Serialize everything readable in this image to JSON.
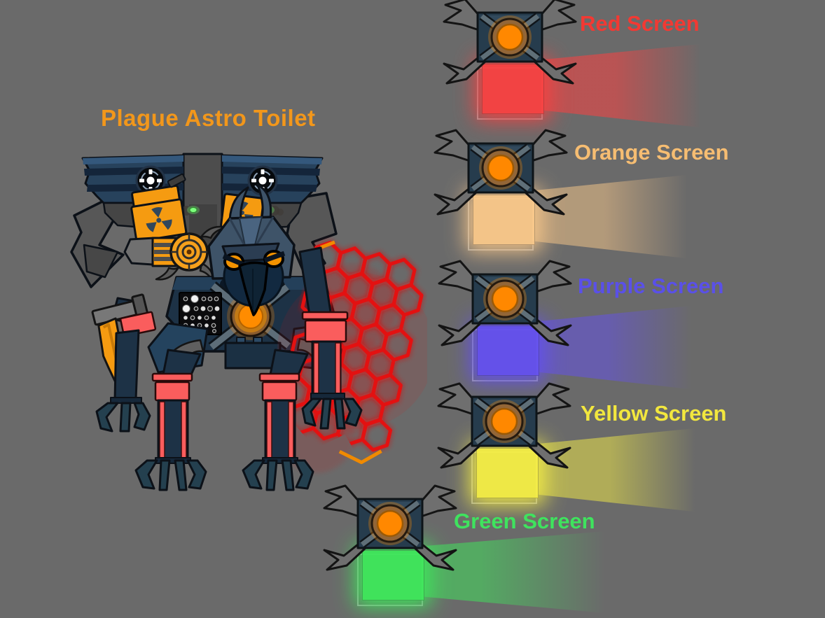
{
  "title": {
    "text": "Plague Astro Toilet",
    "color": "#F2971B"
  },
  "palette": {
    "background": "#6A6A6A",
    "outline": "#0C1118",
    "navy_armor": "#1D3246",
    "navy_panel": "#27425C",
    "gray_metal": "#575757",
    "hazard_orange": "#F59B11",
    "core_orange": "#FF8C00",
    "salmon_red": "#FA5D5D",
    "shield_red": "#E31111",
    "hood_slate": "#3E5368",
    "light_green": "#7DFF7D"
  },
  "character": {
    "name": "Plague Astro Toilet"
  },
  "drones": [
    {
      "id": "red",
      "label": "Red Screen",
      "label_color": "#F23933",
      "screen_color": "#FA4141"
    },
    {
      "id": "orange",
      "label": "Orange Screen",
      "label_color": "#F6BD72",
      "screen_color": "#FBC98A"
    },
    {
      "id": "purple",
      "label": "Purple Screen",
      "label_color": "#5A50E8",
      "screen_color": "#6450F0"
    },
    {
      "id": "yellow",
      "label": "Yellow Screen",
      "label_color": "#F2E73E",
      "screen_color": "#F6EF45"
    },
    {
      "id": "green",
      "label": "Green Screen",
      "label_color": "#3FE35E",
      "screen_color": "#3EE95B"
    }
  ]
}
